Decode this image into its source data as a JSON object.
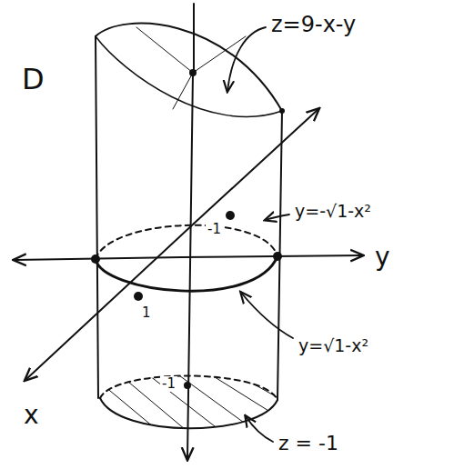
{
  "diagram": {
    "labels": [
      "z=9-x-y",
      "D",
      "y=-√1-x²",
      "-1",
      "y",
      "1",
      "y=√1-x²",
      "x",
      "-1",
      "z = -1"
    ]
  }
}
